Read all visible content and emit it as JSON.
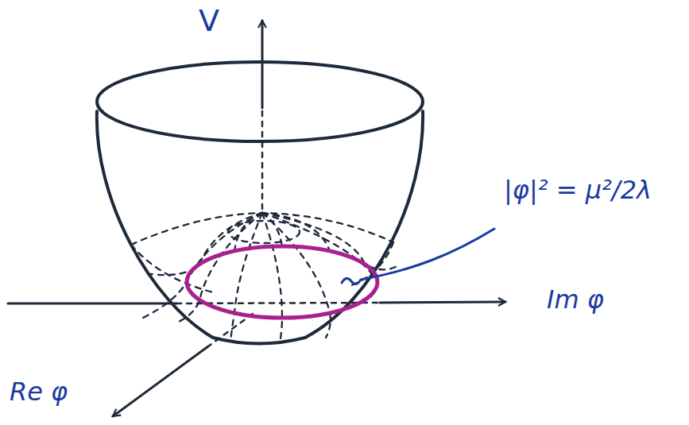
{
  "diagram": {
    "labels": [
      "V",
      "|φ|² = μ²/2λ",
      "Im φ",
      "Re φ"
    ]
  }
}
